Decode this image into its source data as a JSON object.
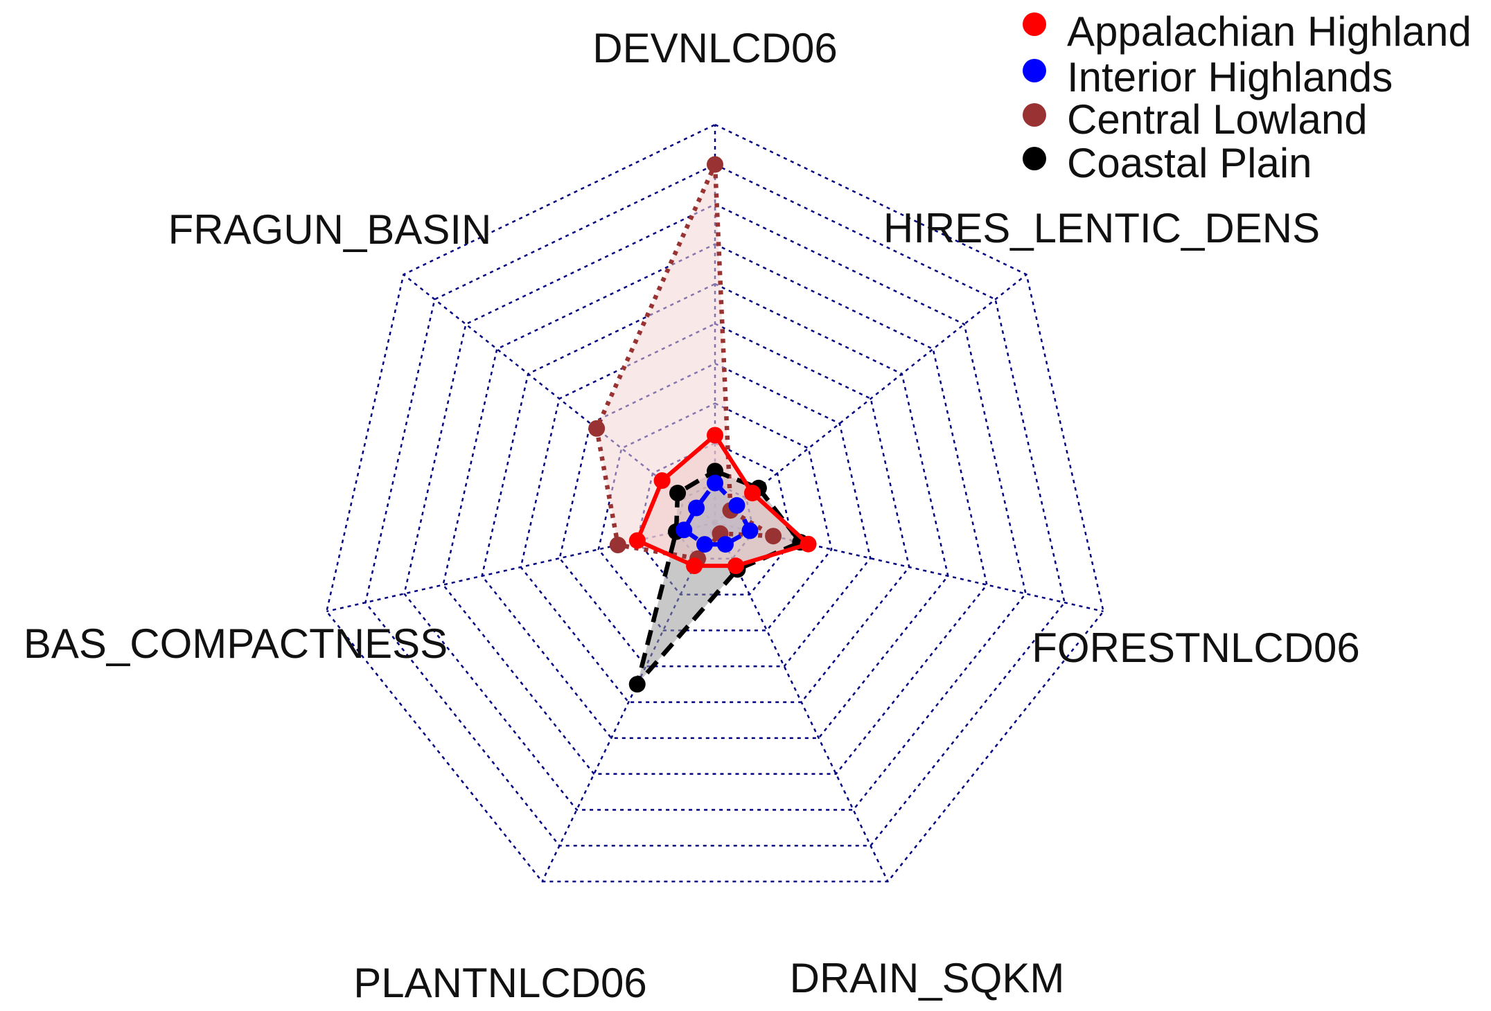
{
  "chart_data": {
    "type": "radar",
    "axes": [
      "DEVNLCD06",
      "HIRES_LENTIC_DENS",
      "FORESTNLCD06",
      "DRAIN_SQKM",
      "PLANTNLCD06",
      "BAS_COMPACTNESS",
      "FRAGUN_BASIN"
    ],
    "range": [
      0,
      1
    ],
    "grid_levels": 10,
    "grid": true,
    "legend_position": "top-right",
    "series": [
      {
        "name": "Appalachian Highland",
        "color": "#ff0000",
        "line_style": "solid",
        "fill": "#f0c8c8",
        "values": [
          0.22,
          0.12,
          0.24,
          0.12,
          0.12,
          0.2,
          0.17
        ]
      },
      {
        "name": "Interior Highlands",
        "color": "#0000ff",
        "line_style": "dashed",
        "fill": "#b4b4c8",
        "values": [
          0.1,
          0.07,
          0.09,
          0.06,
          0.06,
          0.08,
          0.06
        ]
      },
      {
        "name": "Central Lowland",
        "color": "#993333",
        "line_style": "dotted",
        "fill": "#f2d6d6",
        "values": [
          0.9,
          0.05,
          0.15,
          0.03,
          0.1,
          0.25,
          0.38
        ]
      },
      {
        "name": "Coastal Plain",
        "color": "#000000",
        "line_style": "dashed",
        "fill": "#9a9a9a",
        "values": [
          0.13,
          0.14,
          0.22,
          0.13,
          0.45,
          0.1,
          0.12
        ]
      }
    ]
  }
}
